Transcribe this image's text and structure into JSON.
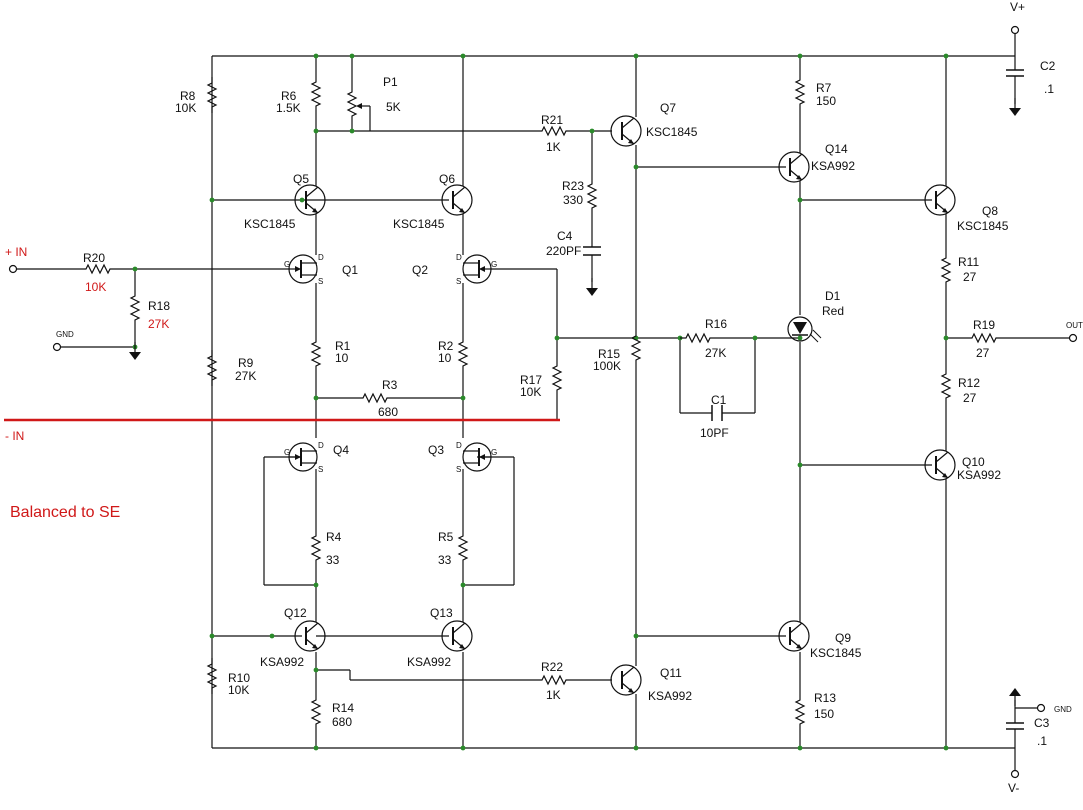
{
  "colors": {
    "wire": "#111111",
    "annotation": "#d01818",
    "background": "#ffffff"
  },
  "rails": {
    "vplus": "V+",
    "vminus": "V-"
  },
  "inputs": {
    "plus_in": "+ IN",
    "minus_in": "- IN",
    "gnd": "GND",
    "r20": {
      "ref": "R20",
      "value": "10K"
    },
    "r18": {
      "ref": "R18",
      "value": "27K"
    }
  },
  "annotation": "Balanced to SE",
  "output": {
    "label": "OUT",
    "gnd": "GND"
  },
  "resistors": {
    "R8": {
      "ref": "R8",
      "value": "10K"
    },
    "R6": {
      "ref": "R6",
      "value": "1.5K"
    },
    "P1": {
      "ref": "P1",
      "value": "5K"
    },
    "R21": {
      "ref": "R21",
      "value": "1K"
    },
    "R23": {
      "ref": "R23",
      "value": "330"
    },
    "R7": {
      "ref": "R7",
      "value": "150"
    },
    "R11": {
      "ref": "R11",
      "value": "27"
    },
    "R19": {
      "ref": "R19",
      "value": "27"
    },
    "R12": {
      "ref": "R12",
      "value": "27"
    },
    "R1": {
      "ref": "R1",
      "value": "10"
    },
    "R2": {
      "ref": "R2",
      "value": "10"
    },
    "R3": {
      "ref": "R3",
      "value": "680"
    },
    "R9": {
      "ref": "R9",
      "value": "27K"
    },
    "R17": {
      "ref": "R17",
      "value": "10K"
    },
    "R15": {
      "ref": "R15",
      "value": "100K"
    },
    "R16": {
      "ref": "R16",
      "value": "27K"
    },
    "R4": {
      "ref": "R4",
      "value": "33"
    },
    "R5": {
      "ref": "R5",
      "value": "33"
    },
    "R10": {
      "ref": "R10",
      "value": "10K"
    },
    "R14": {
      "ref": "R14",
      "value": "680"
    },
    "R22": {
      "ref": "R22",
      "value": "1K"
    },
    "R13": {
      "ref": "R13",
      "value": "150"
    }
  },
  "capacitors": {
    "C2": {
      "ref": "C2",
      "value": ".1"
    },
    "C4": {
      "ref": "C4",
      "value": "220PF"
    },
    "C1": {
      "ref": "C1",
      "value": "10PF"
    },
    "C3": {
      "ref": "C3",
      "value": ".1"
    }
  },
  "diode": {
    "ref": "D1",
    "value": "Red"
  },
  "transistors": {
    "Q5": {
      "ref": "Q5",
      "part": "KSC1845"
    },
    "Q6": {
      "ref": "Q6",
      "part": "KSC1845"
    },
    "Q7": {
      "ref": "Q7",
      "part": "KSC1845"
    },
    "Q14": {
      "ref": "Q14",
      "part": "KSA992"
    },
    "Q8": {
      "ref": "Q8",
      "part": "KSC1845"
    },
    "Q1": {
      "ref": "Q1"
    },
    "Q2": {
      "ref": "Q2"
    },
    "Q4": {
      "ref": "Q4"
    },
    "Q3": {
      "ref": "Q3"
    },
    "Q10": {
      "ref": "Q10",
      "part": "KSA992"
    },
    "Q12": {
      "ref": "Q12",
      "part": "KSA992"
    },
    "Q13": {
      "ref": "Q13",
      "part": "KSA992"
    },
    "Q11": {
      "ref": "Q11",
      "part": "KSA992"
    },
    "Q9": {
      "ref": "Q9",
      "part": "KSC1845"
    }
  },
  "pins": {
    "gate": "G",
    "drain": "D",
    "source": "S"
  }
}
